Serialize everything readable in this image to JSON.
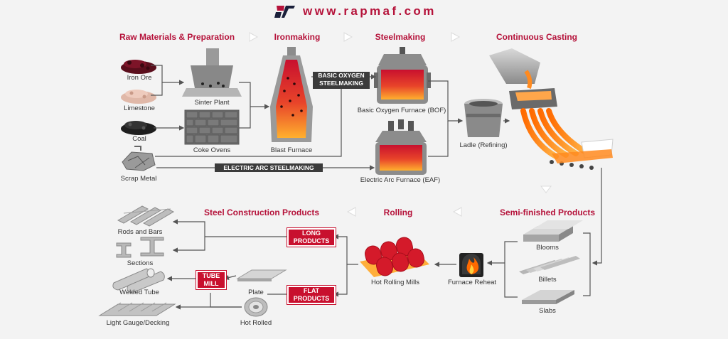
{
  "brand": {
    "logo_letters": "R",
    "url": "www.rapmaf.com",
    "accent": "#b5123a"
  },
  "stages": {
    "raw": "Raw Materials & Preparation",
    "iron": "Ironmaking",
    "steel": "Steelmaking",
    "casting": "Continuous Casting",
    "semi": "Semi-finished Products",
    "rolling": "Rolling",
    "construction": "Steel Construction Products"
  },
  "raw_materials": {
    "iron_ore": "Iron Ore",
    "limestone": "Limestone",
    "coal": "Coal",
    "scrap": "Scrap Metal"
  },
  "prep": {
    "sinter": "Sinter Plant",
    "coke": "Coke Ovens"
  },
  "ironmaking": {
    "blast": "Blast Furnace"
  },
  "steelmaking": {
    "bos_line1": "BASIC OXYGEN",
    "bos_line2": "STEELMAKING",
    "eaf_route": "ELECTRIC ARC STEELMAKING",
    "bof": "Basic Oxygen Furnace (BOF)",
    "eaf": "Electric Arc Furnace (EAF)",
    "ladle": "Ladle (Refining)"
  },
  "semi": {
    "blooms": "Blooms",
    "billets": "Billets",
    "slabs": "Slabs"
  },
  "rolling": {
    "reheat": "Furnace Reheat",
    "mills": "Hot Rolling Mills"
  },
  "products": {
    "long_line1": "LONG",
    "long_line2": "PRODUCTS",
    "flat_line1": "FLAT",
    "flat_line2": "PRODUCTS",
    "tube_line1": "TUBE",
    "tube_line2": "MILL",
    "rods": "Rods and Bars",
    "sections": "Sections",
    "welded": "Welded Tube",
    "gauge": "Light Gauge/Decking",
    "plate": "Plate",
    "hot_rolled": "Hot Rolled"
  },
  "colors": {
    "accent": "#b5123a",
    "red_box": "#c8102e",
    "dark_box": "#3b3b3b",
    "molten": "#ff8a1f",
    "steel": "#9a9a9a",
    "line": "#555555"
  }
}
